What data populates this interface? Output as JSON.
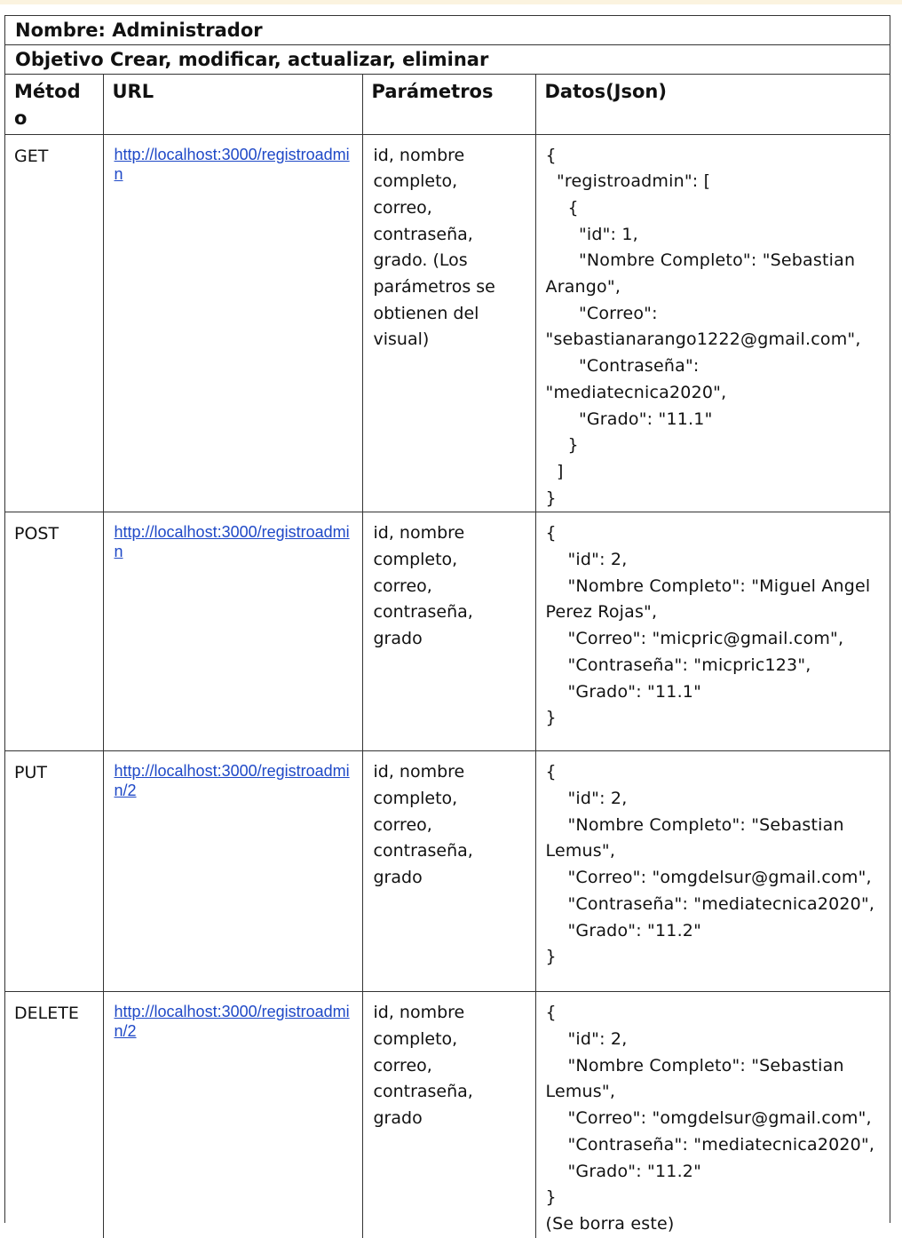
{
  "page": {
    "name_line": "Nombre: Administrador",
    "objective_line": "Objetivo Crear,  modificar, actualizar, eliminar"
  },
  "table": {
    "headers": [
      "Métod\no",
      "URL",
      "Parámetros",
      "Datos(Json)"
    ],
    "rows": [
      {
        "method": "GET",
        "url": "http://localhost:3000/registroadmin",
        "params": "id, nombre\ncompleto,\ncorreo,\ncontraseña,\ngrado.  (Los\nparámetros se\nobtienen del\nvisual)",
        "json": "{\n  \"registroadmin\": [\n    {\n      \"id\": 1,\n      \"Nombre Completo\": \"Sebastian\nArango\",\n      \"Correo\":\n\"sebastianarango1222@gmail.com\",\n      \"Contraseña\":\n\"mediatecnica2020\",\n      \"Grado\": \"11.1\"\n    }\n  ]\n}"
      },
      {
        "method": "POST",
        "url": "http://localhost:3000/registroadmin",
        "params": "id, nombre\ncompleto,\ncorreo,\ncontraseña,\ngrado",
        "json": "{\n    \"id\": 2,\n    \"Nombre Completo\": \"Miguel Angel\nPerez Rojas\",\n    \"Correo\": \"micpric@gmail.com\",\n    \"Contraseña\": \"micpric123\",\n    \"Grado\": \"11.1\"\n}"
      },
      {
        "method": "PUT",
        "url": "http://localhost:3000/registroadmin/2",
        "params": "id, nombre\ncompleto,\ncorreo,\ncontraseña,\ngrado",
        "json": "{\n    \"id\": 2,\n    \"Nombre Completo\": \"Sebastian\nLemus\",\n    \"Correo\": \"omgdelsur@gmail.com\",\n    \"Contraseña\": \"mediatecnica2020\",\n    \"Grado\": \"11.2\"\n}"
      },
      {
        "method": "DELETE",
        "url": "http://localhost:3000/registroadmin/2",
        "params": "id, nombre\ncompleto,\ncorreo,\ncontraseña,\ngrado",
        "json": "{\n    \"id\": 2,\n    \"Nombre Completo\": \"Sebastian\nLemus\",\n    \"Correo\": \"omgdelsur@gmail.com\",\n    \"Contraseña\": \"mediatecnica2020\",\n    \"Grado\": \"11.2\"\n}\n(Se borra este)"
      }
    ]
  }
}
